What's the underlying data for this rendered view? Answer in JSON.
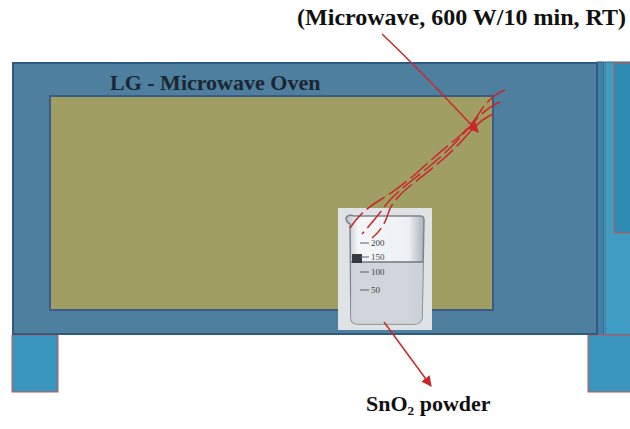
{
  "diagram": {
    "title": "(Microwave, 600 W/10 min, RT)",
    "nodes": [
      {
        "text": [
          "LG - Microwave Oven"
        ]
      }
    ],
    "labels": [
      "SnO₂ powder",
      "200",
      "150",
      "100",
      "50"
    ]
  }
}
